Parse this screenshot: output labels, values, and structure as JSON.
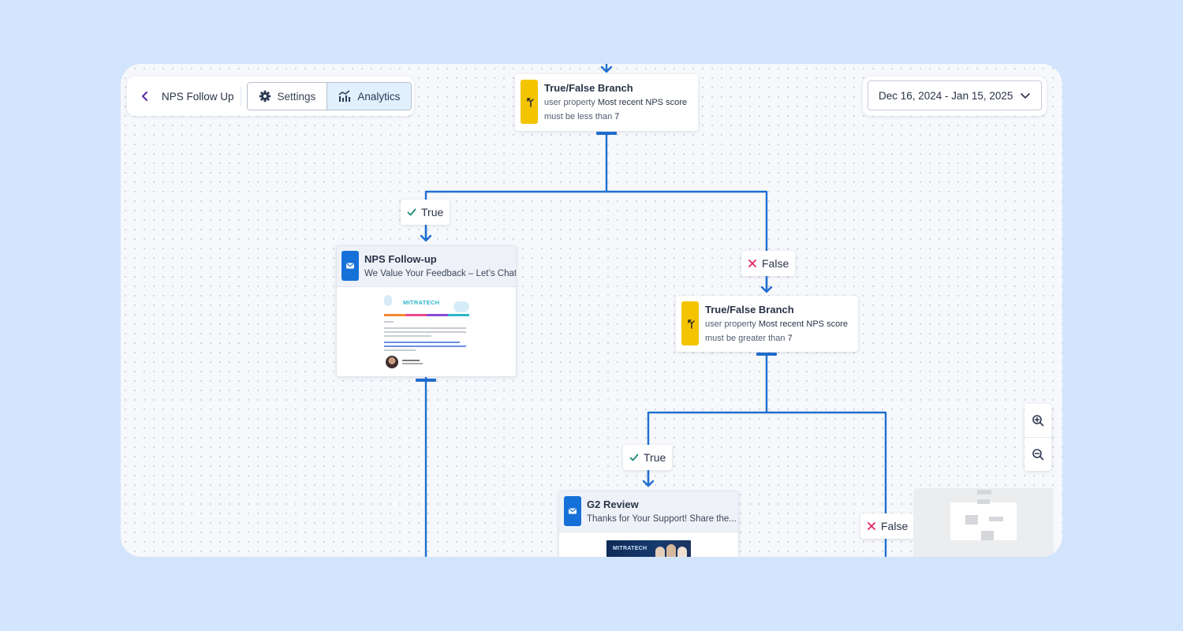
{
  "toolbar": {
    "back_label": "NPS Follow Up",
    "settings_label": "Settings",
    "analytics_label": "Analytics"
  },
  "date_range": {
    "value": "Dec 16, 2024 - Jan 15, 2025"
  },
  "branches": [
    {
      "title": "True/False Branch",
      "prefix": "user property",
      "property": "Most recent NPS score",
      "condition_prefix": "must be less than",
      "condition_value": "7"
    },
    {
      "title": "True/False Branch",
      "prefix": "user property",
      "property": "Most recent NPS score",
      "condition_prefix": "must be greater than",
      "condition_value": "7"
    }
  ],
  "emails": [
    {
      "title": "NPS Follow-up",
      "subject": "We Value Your Feedback – Let’s Chat!",
      "preview_brand": "MITRATECH"
    },
    {
      "title": "G2 Review",
      "subject": "Thanks for Your Support! Share the...",
      "preview_brand": "MITRATECH"
    }
  ],
  "edge_labels": {
    "true_1": "True",
    "false_1": "False",
    "true_2": "True",
    "false_2": "False"
  },
  "colors": {
    "background": "#d3e4fd",
    "wire": "#1f6fd0",
    "branch_icon": "#f5c400",
    "email_icon": "#1570d8",
    "true_check": "#1e8a79",
    "false_x": "#e0245e"
  },
  "icons": [
    "chevron-left-icon",
    "gear-icon",
    "analytics-chart-icon",
    "chevron-down-icon",
    "branch-icon",
    "mail-icon",
    "check-icon",
    "x-icon",
    "zoom-in-icon",
    "zoom-out-icon"
  ]
}
